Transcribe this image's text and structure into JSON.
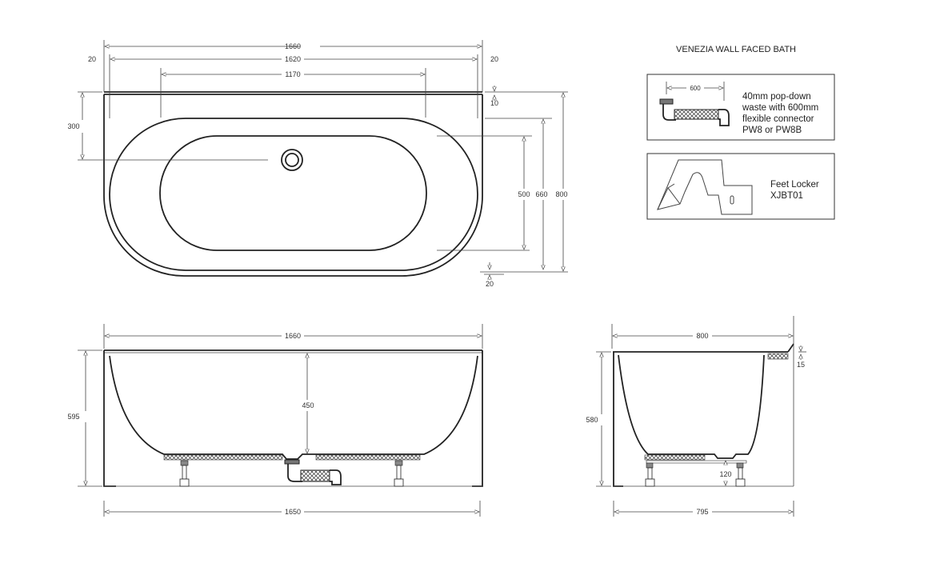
{
  "title": "VENEZIA WALL FACED BATH",
  "plan_view": {
    "dims": {
      "overall_length": "1660",
      "inner_length": "1620",
      "left_offset": "20",
      "right_offset": "20",
      "basin_length": "1170",
      "wall_thickness": "10",
      "drain_offset": "300",
      "basin_width": "500",
      "rim_width": "660",
      "overall_width": "800",
      "bottom_offset": "20"
    }
  },
  "front_view": {
    "dims": {
      "top_length": "1660",
      "depth": "450",
      "height": "595",
      "base_length": "1650"
    }
  },
  "side_view": {
    "dims": {
      "top_width": "800",
      "lip": "15",
      "height": "580",
      "leg_height": "120",
      "base_width": "795"
    }
  },
  "accessories": [
    {
      "dim": "600",
      "lines": [
        "40mm pop-down",
        "waste with 600mm",
        "flexible connector",
        "PW8 or PW8B"
      ]
    },
    {
      "lines": [
        "Feet Locker",
        "XJBT01"
      ]
    }
  ]
}
